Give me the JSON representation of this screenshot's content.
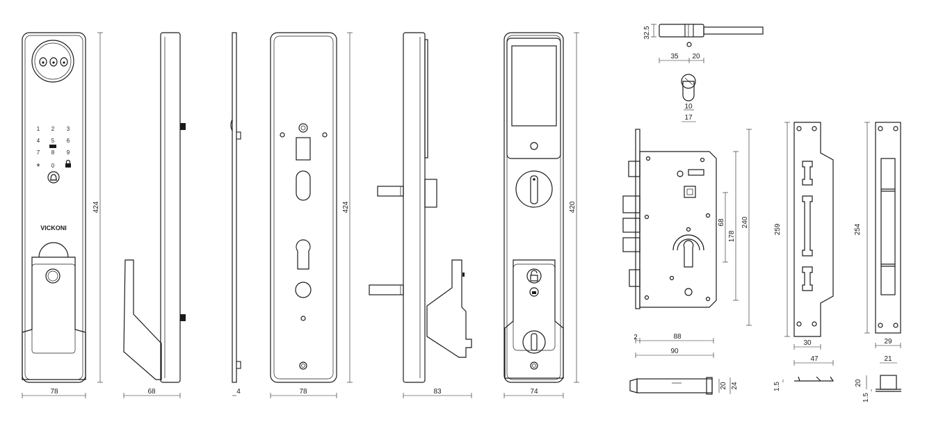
{
  "brand": "VICKONI",
  "keypad": {
    "rows": [
      [
        "1",
        "2",
        "3"
      ],
      [
        "4",
        "5",
        "6"
      ],
      [
        "7",
        "8",
        "9"
      ],
      [
        "*",
        "0",
        ""
      ]
    ]
  },
  "dims": {
    "front_width": "78",
    "front_height": "424",
    "side_depth": "68",
    "plate_thickness": "4",
    "back_width": "78",
    "back_height": "424",
    "inner_depth": "83",
    "inner_width": "74",
    "inner_height": "420",
    "cyl_height": "32.5",
    "cyl_left": "35",
    "cyl_right": "20",
    "cam_a": "10",
    "cam_b": "17",
    "mortise_68": "68",
    "mortise_178": "178",
    "mortise_240": "240",
    "mortise_2": "2",
    "mortise_88": "88",
    "mortise_90": "90",
    "bolt_20": "20",
    "bolt_24": "24",
    "strike_height": "259",
    "strike_width": "30",
    "strike_side": "47",
    "strike_t": "1.5",
    "face_height": "254",
    "face_width": "29",
    "box_width": "21",
    "box_20": "20",
    "box_t": "1.5"
  }
}
